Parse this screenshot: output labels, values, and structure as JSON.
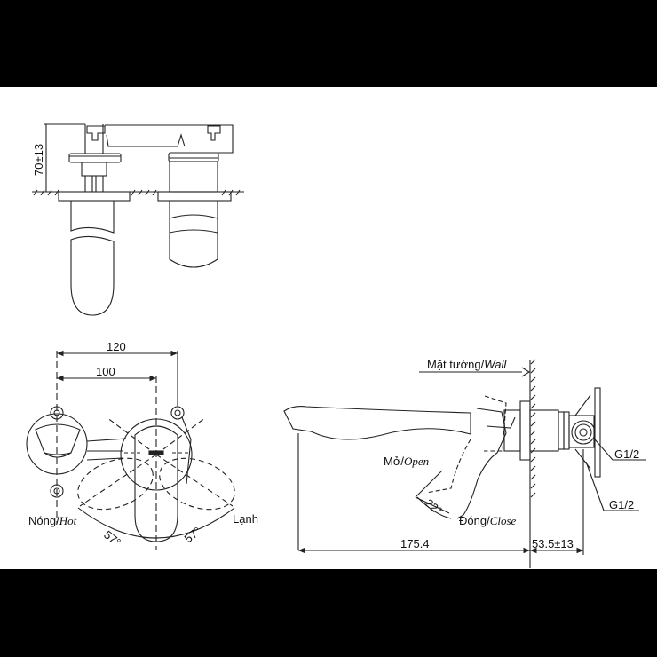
{
  "drawing": {
    "title": "Wall-mounted basin faucet technical drawing",
    "side_view": {
      "height_dim": "70±13"
    },
    "top_view": {
      "dim_outer": "120",
      "dim_inner": "100",
      "hot_label": "Nóng/",
      "hot_label_en": "Hot",
      "cold_label": "Lạnh",
      "angle_left": "57°",
      "angle_right": "57°"
    },
    "profile_view": {
      "wall_label": "Mặt tường/",
      "wall_label_en": "Wall",
      "open_label": "Mở/",
      "open_label_en": "Open",
      "close_label": "Đóng/",
      "close_label_en": "Close",
      "angle": "22°",
      "thread_1": "G1/2",
      "thread_2": "G1/2",
      "dim_spout": "175.4",
      "dim_wall": "53.5±13"
    }
  },
  "colors": {
    "background": "#000000",
    "sheet": "#ffffff",
    "line": "#222222"
  }
}
